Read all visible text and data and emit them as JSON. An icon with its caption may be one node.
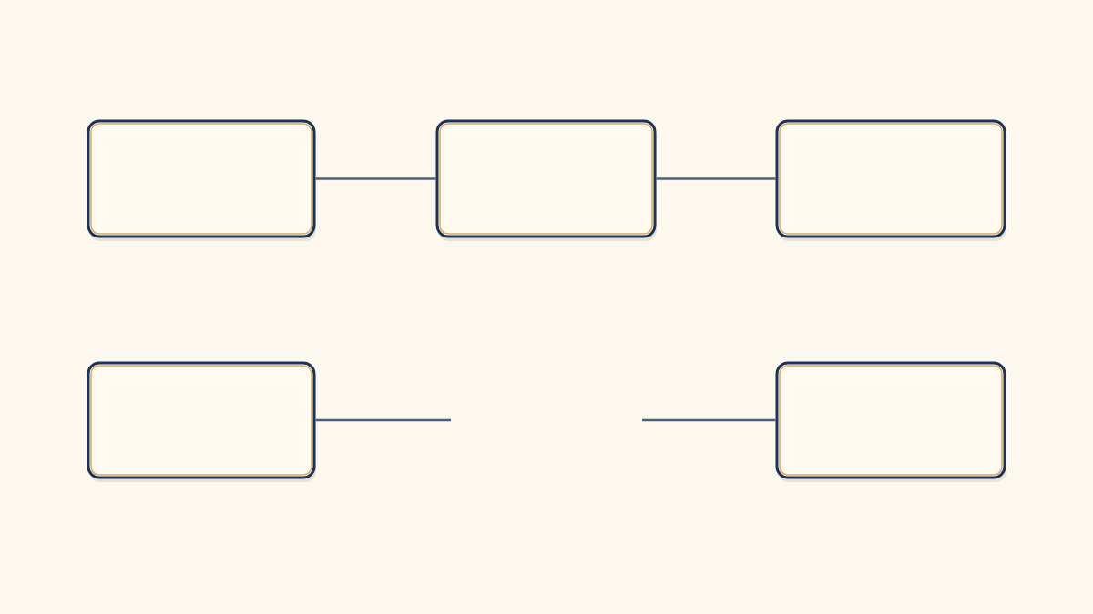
{
  "diagram": {
    "nodes": [
      {
        "text": [],
        "shape": "box"
      },
      {
        "text": [],
        "shape": "box"
      },
      {
        "text": [],
        "shape": "box"
      },
      {
        "text": [],
        "shape": "box"
      },
      {
        "text": [],
        "shape": "box"
      }
    ],
    "edges": [
      {
        "from": 0,
        "to": 1,
        "arrow": "none"
      },
      {
        "from": 1,
        "to": 2,
        "arrow": "none"
      },
      {
        "from": 3,
        "to": null,
        "arrow": "none"
      },
      {
        "from": null,
        "to": 4,
        "arrow": "none"
      }
    ]
  }
}
